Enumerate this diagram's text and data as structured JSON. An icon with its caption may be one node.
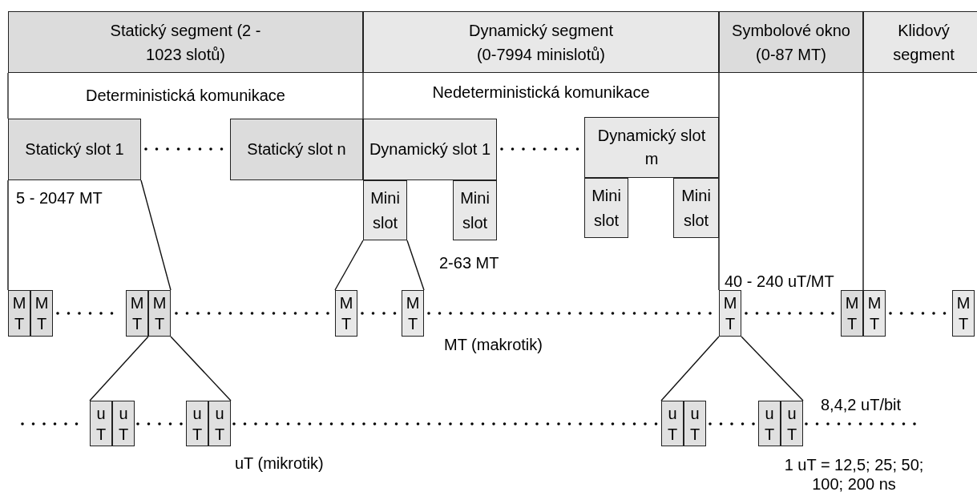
{
  "diagram": {
    "nodes": [
      {
        "text": [
          "Statický segment (2 - 1023 slotů)"
        ]
      },
      {
        "text": [
          "Dynamický segment (0-7994 minislotů)"
        ]
      },
      {
        "text": [
          "Symbolové okno (0-87 MT)"
        ]
      },
      {
        "text": [
          "Klidový segment"
        ]
      },
      {
        "text": [
          "Statický slot 1"
        ]
      },
      {
        "text": [
          "Statický slot n"
        ]
      },
      {
        "text": [
          "Dynamický slot 1"
        ]
      },
      {
        "text": [
          "Dynamický slot m"
        ]
      },
      {
        "text": [
          "Mini slot"
        ]
      },
      {
        "text": [
          "Mini slot"
        ]
      },
      {
        "text": [
          "Mini slot"
        ]
      },
      {
        "text": [
          "Mini slot"
        ]
      },
      {
        "text": [
          "MT"
        ]
      },
      {
        "text": [
          "MT"
        ]
      },
      {
        "text": [
          "MT"
        ]
      },
      {
        "text": [
          "MT"
        ]
      },
      {
        "text": [
          "MT"
        ]
      },
      {
        "text": [
          "MT"
        ]
      },
      {
        "text": [
          "MT"
        ]
      },
      {
        "text": [
          "MT"
        ]
      },
      {
        "text": [
          "MT"
        ]
      },
      {
        "text": [
          "MT"
        ]
      },
      {
        "text": [
          "uT"
        ]
      },
      {
        "text": [
          "uT"
        ]
      },
      {
        "text": [
          "uT"
        ]
      },
      {
        "text": [
          "uT"
        ]
      },
      {
        "text": [
          "uT"
        ]
      },
      {
        "text": [
          "uT"
        ]
      },
      {
        "text": [
          "uT"
        ]
      },
      {
        "text": [
          "uT"
        ]
      }
    ],
    "edges": [
      {
        "from": 4,
        "to": 12,
        "arrow": "none"
      },
      {
        "from": 4,
        "to": 15,
        "arrow": "none"
      },
      {
        "from": 8,
        "to": 16,
        "arrow": "none"
      },
      {
        "from": 8,
        "to": 17,
        "arrow": "none"
      },
      {
        "from": 2,
        "to": 18,
        "arrow": "none"
      },
      {
        "from": 2,
        "to": 19,
        "arrow": "none"
      },
      {
        "from": 15,
        "to": 22,
        "arrow": "none"
      },
      {
        "from": 15,
        "to": 25,
        "arrow": "none"
      },
      {
        "from": 18,
        "to": 26,
        "arrow": "none"
      },
      {
        "from": 18,
        "to": 29,
        "arrow": "none"
      }
    ],
    "labels": [
      "Deterministická komunikace",
      "Nedeterministická komunikace",
      "5 - 2047 MT",
      "2-63 MT",
      "40 - 240 uT/MT",
      "MT (makrotik)",
      "uT (mikrotik)",
      "8,4,2 uT/bit",
      "1 uT = 12,5; 25; 50; 100; 200 ns"
    ]
  }
}
